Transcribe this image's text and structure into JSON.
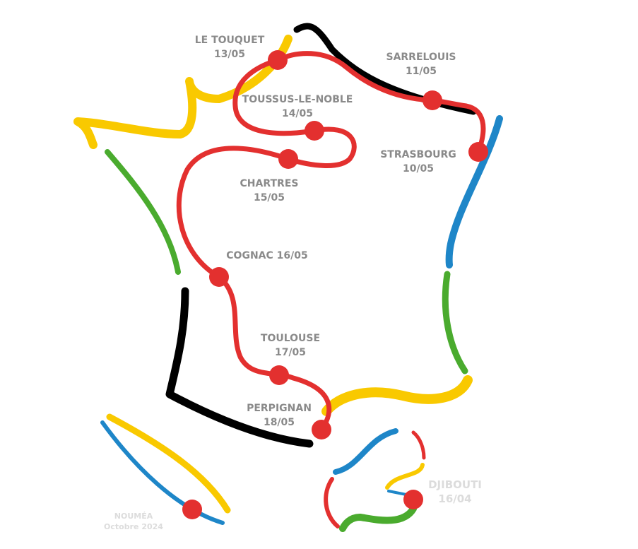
{
  "colors": {
    "red": "#e3302f",
    "yellow": "#f9c900",
    "blue": "#1e86c8",
    "green": "#4aab2e",
    "black": "#000000",
    "label": "#8a8a8a",
    "faded": "#dcdcdc"
  },
  "stops": [
    {
      "name": "STRASBOURG",
      "date": "10/05"
    },
    {
      "name": "SARRELOUIS",
      "date": "11/05"
    },
    {
      "name": "LE TOUQUET",
      "date": "13/05"
    },
    {
      "name": "TOUSSUS-LE-NOBLE",
      "date": "14/05"
    },
    {
      "name": "CHARTRES",
      "date": "15/05"
    },
    {
      "name": "COGNAC 16/05",
      "date": ""
    },
    {
      "name": "TOULOUSE",
      "date": "17/05"
    },
    {
      "name": "PERPIGNAN",
      "date": "18/05"
    }
  ],
  "overseas": [
    {
      "name": "NOUMÉA",
      "date": "Octobre 2024"
    },
    {
      "name": "DJIBOUTI",
      "date": "16/04"
    }
  ]
}
